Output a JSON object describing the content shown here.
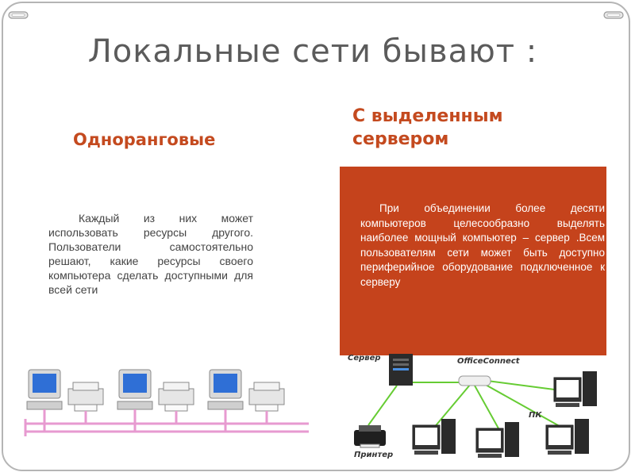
{
  "slide": {
    "title": "Локальные сети бывают :",
    "left": {
      "heading": "Одноранговые",
      "text": "Каждый из них может использовать ресурсы другого. Пользователи самостоятельно решают, какие ресурсы своего компьютера сделать доступными для всей сети"
    },
    "right": {
      "heading_line1": "С выделенным",
      "heading_line2": "сервером",
      "text": "При объединении более десяти компьютеров целесообразно выделять наиболее мощный компьютер – сервер .Всем пользователям сети может быть доступно периферийное оборудование подключенное к серверу"
    }
  },
  "diagram": {
    "server_label": "Сервер",
    "switch_label": "OfficeConnect",
    "pc_label": "ПК",
    "printer_label": "Принтер"
  },
  "colors": {
    "accent": "#c44a1f",
    "box": "#c5431c",
    "title": "#5b5b5b",
    "bus": "#e79ad0",
    "link": "#66cc33"
  },
  "icons": [
    "binder-clip-icon",
    "computer-icon",
    "printer-icon",
    "server-icon",
    "switch-icon"
  ]
}
